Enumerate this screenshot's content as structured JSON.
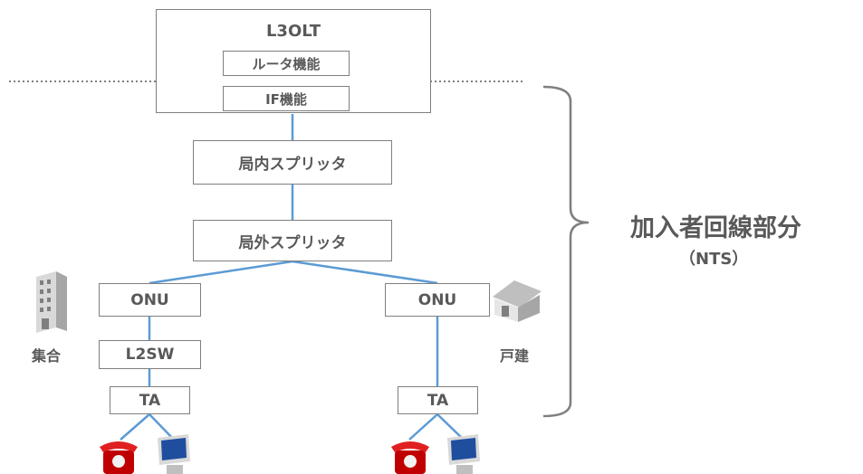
{
  "olt": {
    "title": "L3OLT",
    "router": "ルータ機能",
    "if": "IF機能"
  },
  "splitters": {
    "inner": "局内スプリッタ",
    "outer": "局外スプリッタ"
  },
  "left": {
    "onu": "ONU",
    "l2sw": "L2SW",
    "ta": "TA",
    "label": "集合"
  },
  "right": {
    "onu": "ONU",
    "ta": "TA",
    "label": "戸建"
  },
  "segment": {
    "title": "加入者回線部分",
    "subtitle": "（NTS）"
  },
  "colors": {
    "line": "#5b9bd5",
    "box_border": "#7f7f7f",
    "text": "#595959",
    "dotted": "#7f7f7f"
  }
}
